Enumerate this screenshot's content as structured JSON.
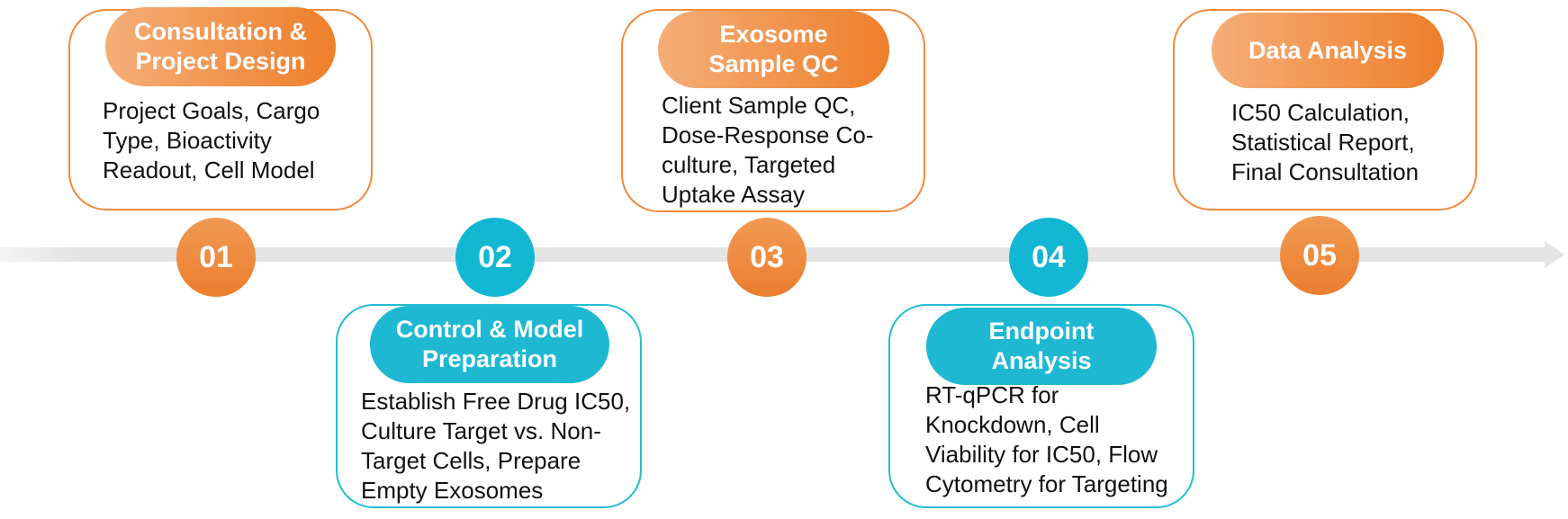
{
  "colors": {
    "orange": "#ee7e2a",
    "blue": "#1eb8d2",
    "track": "#e4e4e4",
    "text": "#111111"
  },
  "steps": [
    {
      "number": "01",
      "title": "Consultation &\nProject Design",
      "description": "Project Goals, Cargo\nType, Bioactivity\nReadout, Cell Model",
      "color": "orange"
    },
    {
      "number": "02",
      "title": "Control & Model\nPreparation",
      "description": "Establish Free Drug IC50,\nCulture Target vs. Non-\nTarget Cells, Prepare\nEmpty Exosomes",
      "color": "blue"
    },
    {
      "number": "03",
      "title": "Exosome\nSample QC",
      "description": "Client Sample QC,\nDose-Response Co-\nculture, Targeted\nUptake Assay",
      "color": "orange"
    },
    {
      "number": "04",
      "title": "Endpoint\nAnalysis",
      "description": "RT-qPCR for\nKnockdown, Cell\nViability for IC50, Flow\nCytometry for Targeting",
      "color": "blue"
    },
    {
      "number": "05",
      "title": "Data Analysis",
      "description": "IC50 Calculation,\nStatistical Report,\nFinal Consultation",
      "color": "orange"
    }
  ]
}
